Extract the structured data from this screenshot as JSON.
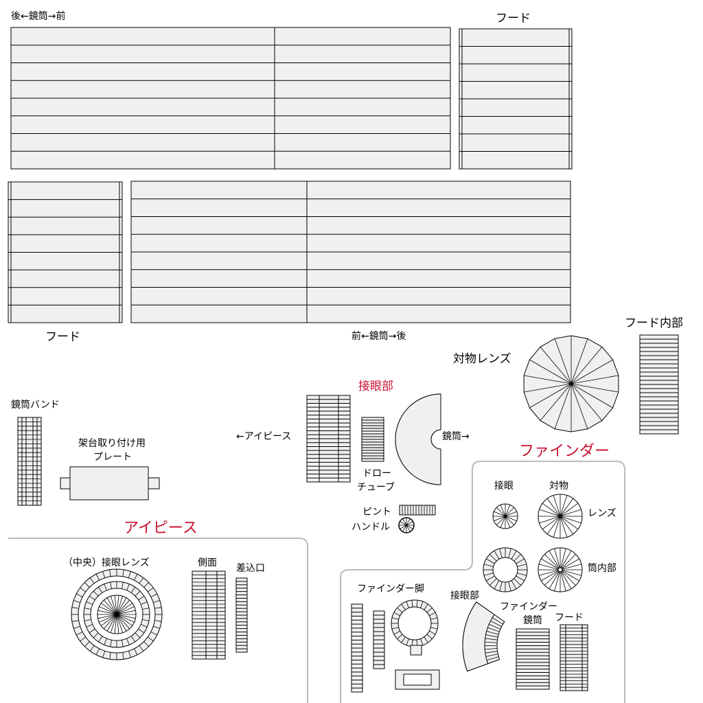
{
  "labels": {
    "top_barrel": "後←鏡筒→前",
    "hood_top": "フード",
    "hood_left": "フード",
    "mid_barrel": "前←鏡筒→後",
    "hood_inner": "フード内部",
    "objective_lens": "対物レンズ",
    "eyepiece_part": "接眼部",
    "barrel_band": "鏡筒バンド",
    "mount_plate": "架台取り付け用",
    "mount_plate_2": "プレート",
    "to_eyepiece": "←アイピース",
    "to_barrel": "鏡筒→",
    "draw_tube_1": "ドロー",
    "draw_tube_2": "チューブ",
    "focus_1": "ピント",
    "focus_2": "ハンドル",
    "finder": "ファインダー",
    "eyepiece_section": "アイピース",
    "center_lens": "（中央）接眼レンズ",
    "side": "側面",
    "insert": "差込口",
    "f_eye": "接眼",
    "f_obj": "対物",
    "f_lens": "レンズ",
    "f_tube_inner": "筒内部",
    "finder_leg": "ファインダー脚",
    "f_eyepiece_part": "接眼部",
    "finder_barrel_1": "ファインダー",
    "finder_barrel_2": "鏡筒",
    "f_hood": "フード"
  },
  "colors": {
    "accent": "#c8102e",
    "panel_fill": "#f0f0f0",
    "stroke": "#000000",
    "box_border": "#bbbbbb"
  }
}
